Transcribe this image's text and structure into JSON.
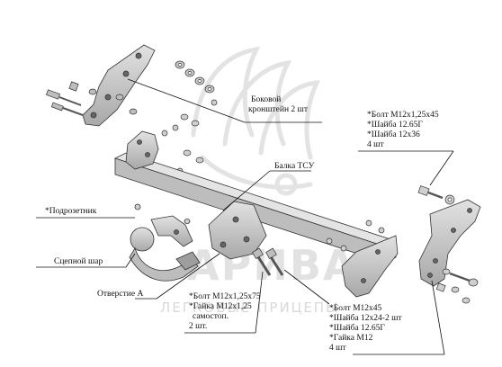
{
  "watermark": {
    "brand": "АРИВА",
    "tagline": "ЛЕГКОВЫЕ ПРИЦЕПЫ"
  },
  "labels": {
    "side_bracket": [
      "Боковой",
      "кронштейн 2 шт"
    ],
    "bolts_right_top": [
      "*Болт М12х1,25х45",
      "*Шайба 12.65Г",
      "*Шайба 12х36",
      "4 шт"
    ],
    "tsu_beam": [
      "Балка ТСУ"
    ],
    "socket_bracket": [
      "*Подрозетник"
    ],
    "tow_ball": [
      "Сцепной шар"
    ],
    "hole_a": [
      "Отверстие А"
    ],
    "bolts_center": [
      "*Болт М12х1,25х75",
      "*Гайка М12х1,25",
      "самостоп.",
      "2 шт."
    ],
    "bolts_right_bottom": [
      "*Болт М12х45",
      "*Шайба 12х24-2 шт",
      "*Шайба 12.65Г",
      "*Гайка М12",
      "4 шт"
    ]
  },
  "colors": {
    "part_fill": "#c9c9c9",
    "part_dark": "#8a8a8a",
    "line": "#222222",
    "watermark": "#dcdcdc"
  }
}
